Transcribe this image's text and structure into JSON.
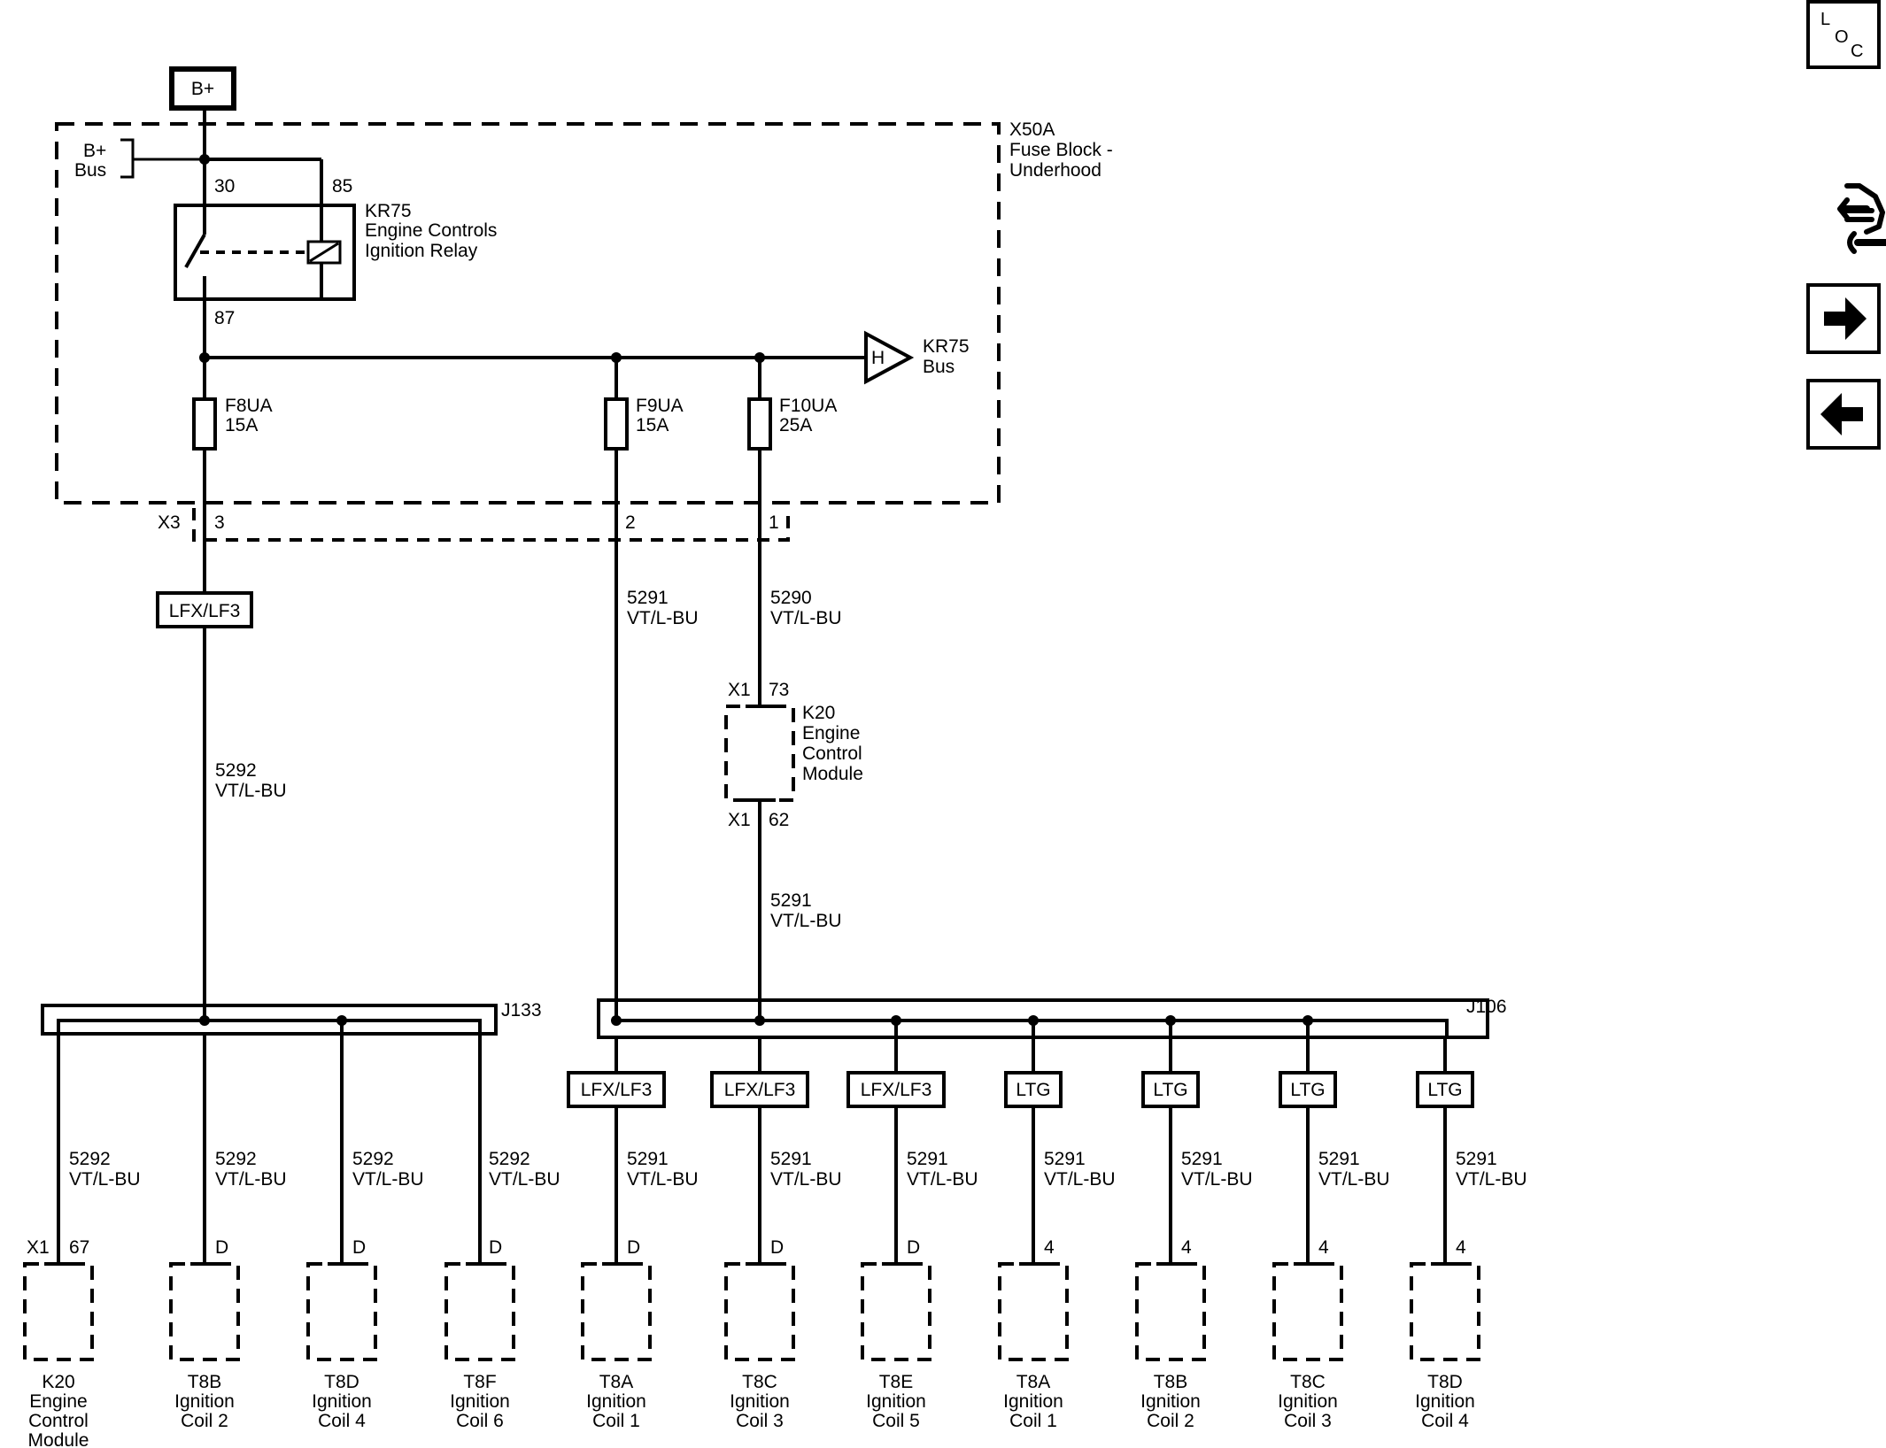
{
  "power_source": "B+",
  "fuse_block": {
    "id": "X50A",
    "name_line1": "Fuse Block -",
    "name_line2": "Underhood"
  },
  "bplus_bus": {
    "line1": "B+",
    "line2": "Bus"
  },
  "relay": {
    "pin_30": "30",
    "pin_85": "85",
    "pin_87": "87",
    "id": "KR75",
    "line2": "Engine Controls",
    "line3": "Ignition Relay"
  },
  "kr75_bus": {
    "symbol": "H",
    "line1": "KR75",
    "line2": "Bus"
  },
  "fuses": [
    {
      "name": "F8UA",
      "rating": "15A"
    },
    {
      "name": "F9UA",
      "rating": "15A"
    },
    {
      "name": "F10UA",
      "rating": "25A"
    }
  ],
  "connector_x3": {
    "id": "X3",
    "pins": [
      "3",
      "2",
      "1"
    ]
  },
  "circuits": {
    "c5292": "5292",
    "c5291": "5291",
    "c5290": "5290",
    "color": "VT/L-BU"
  },
  "option_tags": {
    "lfx": "LFX/LF3",
    "ltg": "LTG"
  },
  "ecm_mid": {
    "conn": "X1",
    "pin_in": "73",
    "pin_out": "62",
    "line1": "K20",
    "line2": "Engine",
    "line3": "Control",
    "line4": "Module"
  },
  "splices": {
    "j133": "J133",
    "j106": "J106"
  },
  "bottom_components": [
    {
      "conn": "X1",
      "pin": "67",
      "line1": "K20",
      "line2": "Engine",
      "line3": "Control",
      "line4": "Module",
      "circuit": "5292"
    },
    {
      "conn": "",
      "pin": "D",
      "line1": "T8B",
      "line2": "Ignition",
      "line3": "Coil 2",
      "line4": "",
      "circuit": "5292"
    },
    {
      "conn": "",
      "pin": "D",
      "line1": "T8D",
      "line2": "Ignition",
      "line3": "Coil 4",
      "line4": "",
      "circuit": "5292"
    },
    {
      "conn": "",
      "pin": "D",
      "line1": "T8F",
      "line2": "Ignition",
      "line3": "Coil 6",
      "line4": "",
      "circuit": "5292"
    },
    {
      "conn": "",
      "pin": "D",
      "line1": "T8A",
      "line2": "Ignition",
      "line3": "Coil 1",
      "line4": "",
      "circuit": "5291",
      "tag": "LFX/LF3"
    },
    {
      "conn": "",
      "pin": "D",
      "line1": "T8C",
      "line2": "Ignition",
      "line3": "Coil 3",
      "line4": "",
      "circuit": "5291",
      "tag": "LFX/LF3"
    },
    {
      "conn": "",
      "pin": "D",
      "line1": "T8E",
      "line2": "Ignition",
      "line3": "Coil 5",
      "line4": "",
      "circuit": "5291",
      "tag": "LFX/LF3"
    },
    {
      "conn": "",
      "pin": "4",
      "line1": "T8A",
      "line2": "Ignition",
      "line3": "Coil 1",
      "line4": "",
      "circuit": "5291",
      "tag": "LTG"
    },
    {
      "conn": "",
      "pin": "4",
      "line1": "T8B",
      "line2": "Ignition",
      "line3": "Coil 2",
      "line4": "",
      "circuit": "5291",
      "tag": "LTG"
    },
    {
      "conn": "",
      "pin": "4",
      "line1": "T8C",
      "line2": "Ignition",
      "line3": "Coil 3",
      "line4": "",
      "circuit": "5291",
      "tag": "LTG"
    },
    {
      "conn": "",
      "pin": "4",
      "line1": "T8D",
      "line2": "Ignition",
      "line3": "Coil 4",
      "line4": "",
      "circuit": "5291",
      "tag": "LTG"
    }
  ],
  "side_panel": {
    "loc": {
      "l": "L",
      "o": "O",
      "c": "C"
    },
    "icons": [
      "connector-hand-wrench-icon",
      "arrow-right-icon",
      "arrow-left-icon"
    ]
  }
}
